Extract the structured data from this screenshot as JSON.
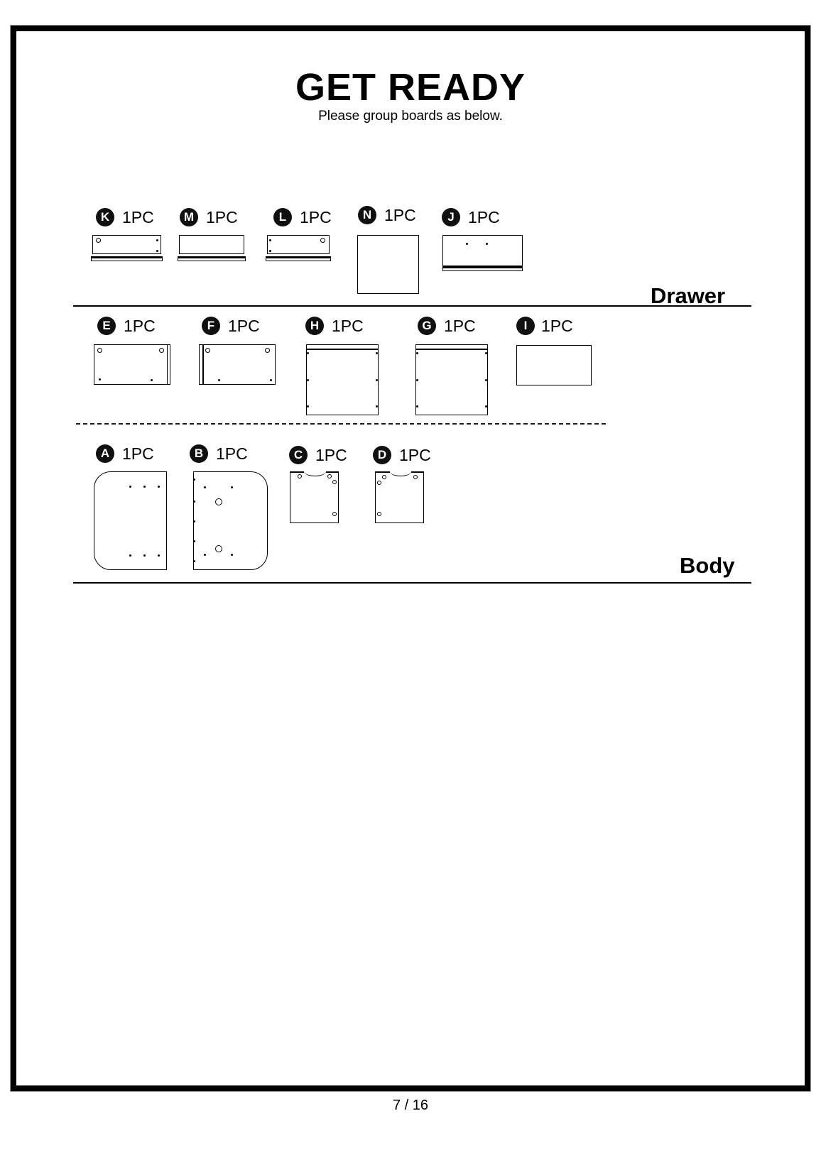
{
  "page": {
    "title": "GET READY",
    "subtitle": "Please group boards as below.",
    "page_number": "7 / 16"
  },
  "sections": {
    "drawer": {
      "label": "Drawer"
    },
    "body": {
      "label": "Body"
    }
  },
  "parts": {
    "K": {
      "letter": "K",
      "qty": "1PC"
    },
    "M": {
      "letter": "M",
      "qty": "1PC"
    },
    "L": {
      "letter": "L",
      "qty": "1PC"
    },
    "N": {
      "letter": "N",
      "qty": "1PC"
    },
    "J": {
      "letter": "J",
      "qty": "1PC"
    },
    "E": {
      "letter": "E",
      "qty": "1PC"
    },
    "F": {
      "letter": "F",
      "qty": "1PC"
    },
    "H": {
      "letter": "H",
      "qty": "1PC"
    },
    "G": {
      "letter": "G",
      "qty": "1PC"
    },
    "I": {
      "letter": "I",
      "qty": "1PC"
    },
    "A": {
      "letter": "A",
      "qty": "1PC"
    },
    "B": {
      "letter": "B",
      "qty": "1PC"
    },
    "C": {
      "letter": "C",
      "qty": "1PC"
    },
    "D": {
      "letter": "D",
      "qty": "1PC"
    }
  },
  "colors": {
    "line": "#000000",
    "badge": "#101010"
  }
}
